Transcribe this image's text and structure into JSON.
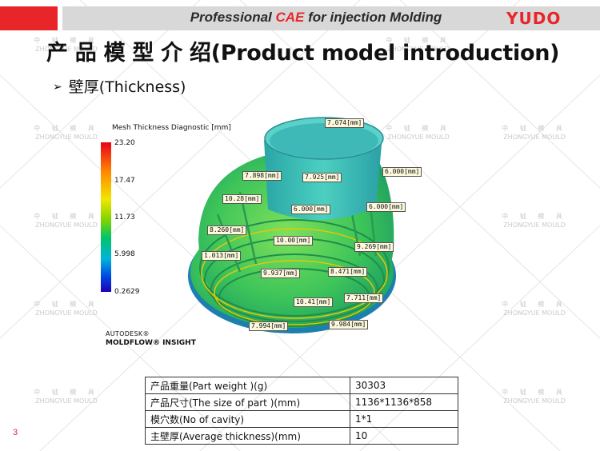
{
  "header": {
    "title_pre": "Professional ",
    "title_accent": "CAE",
    "title_post": " for injection Molding",
    "logo": "YUDO",
    "accent_color": "#e8262a"
  },
  "slide": {
    "title": "产 品 模 型 介 绍(Product model introduction)",
    "bullet_marker": "➢",
    "bullet_text": "壁厚(Thickness)"
  },
  "watermark": {
    "cn": "中 钺 模 具",
    "en": "ZHONGYUE MOULD"
  },
  "legend": {
    "title": "Mesh Thickness Diagnostic [mm]",
    "values": [
      "23.20",
      "17.47",
      "11.73",
      "5.998",
      "0.2629"
    ]
  },
  "brand": {
    "line1": "AUTODESK®",
    "line2": "MOLDFLOW® INSIGHT"
  },
  "measurements": [
    "7.074[mm]",
    "7.898[mm]",
    "7.925[mm]",
    "6.000[mm]",
    "10.28[mm]",
    "6.000[mm]",
    "6.000[mm]",
    "8.260[mm]",
    "10.00[mm]",
    "9.269[mm]",
    "1.013[mm]",
    "9.937[mm]",
    "8.471[mm]",
    "10.41[mm]",
    "7.711[mm]",
    "7.994[mm]",
    "9.984[mm]"
  ],
  "table": [
    {
      "key": "产品重量(Part weight )(g)",
      "value": "30303"
    },
    {
      "key": "产品尺寸(The size of part )(mm)",
      "value": "1136*1136*858"
    },
    {
      "key": "模穴数(No of cavity)",
      "value": "1*1"
    },
    {
      "key": "主壁厚(Average thickness)(mm)",
      "value": "10"
    }
  ],
  "page_number": "3"
}
